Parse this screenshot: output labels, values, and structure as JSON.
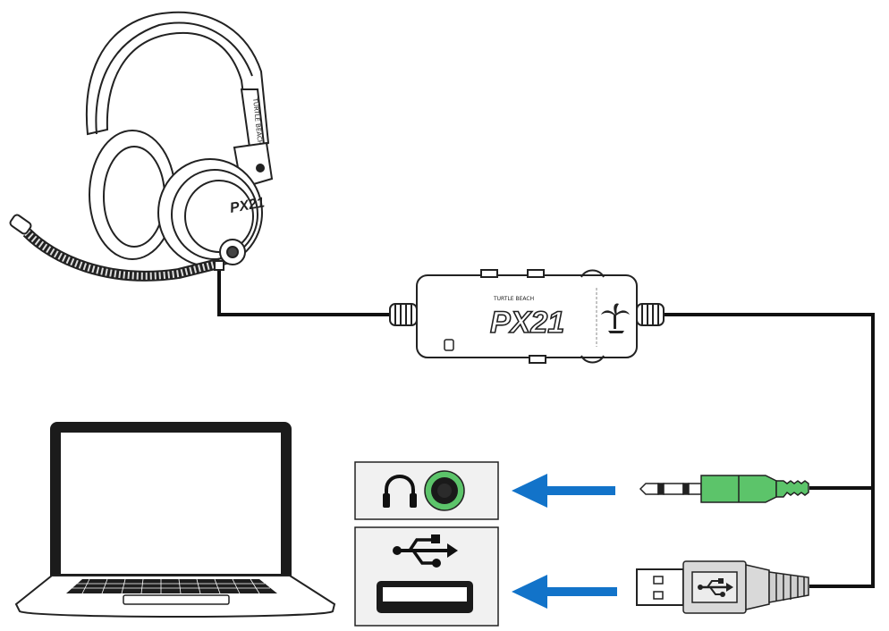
{
  "headset": {
    "model_mark": "PX21",
    "band_text": "TURTLE BEACH"
  },
  "amplifier": {
    "brand_text": "TURTLE BEACH",
    "model_label": "PX21"
  },
  "ports": {
    "audio_port_icon": "headphone-icon",
    "usb_port_icon": "usb-icon"
  },
  "colors": {
    "audio_jack": "#5cc46a",
    "arrow": "#1273c9",
    "cable": "#111111",
    "panel_bg": "#f1f1f1"
  }
}
